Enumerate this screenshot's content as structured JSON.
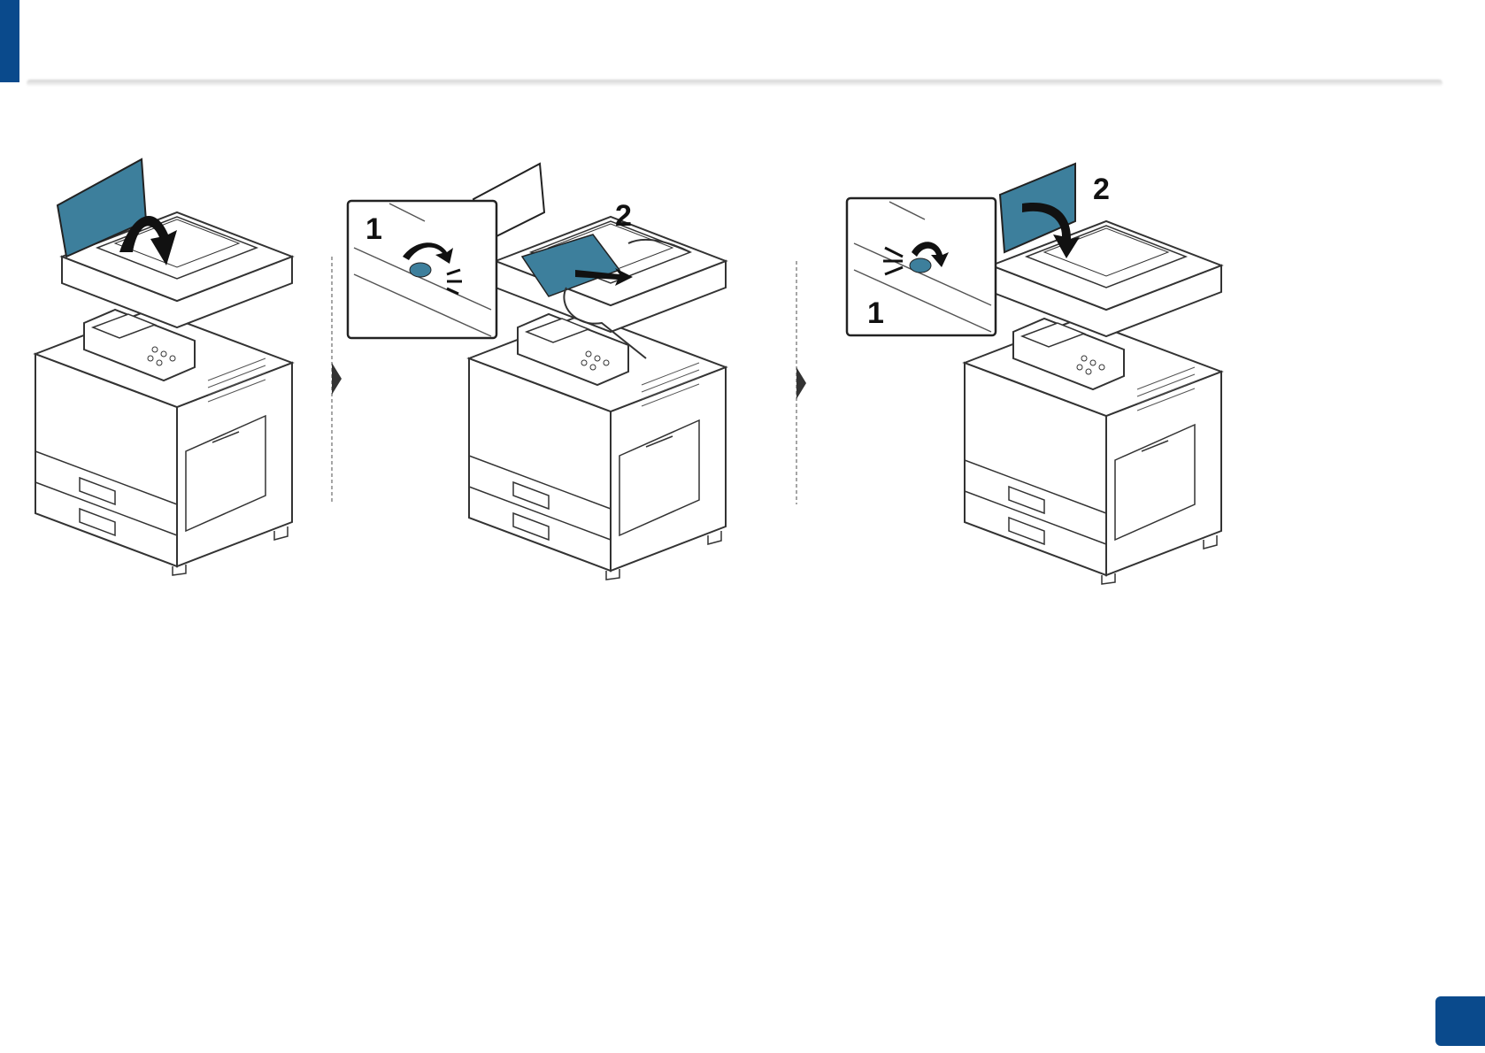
{
  "colors": {
    "accent": "#0a4a8c",
    "part_highlight": "#3d7f9c",
    "line": "#333333"
  },
  "steps": [
    {
      "callouts": []
    },
    {
      "callouts": [
        "1",
        "2"
      ]
    },
    {
      "callouts": [
        "1",
        "2"
      ]
    }
  ]
}
